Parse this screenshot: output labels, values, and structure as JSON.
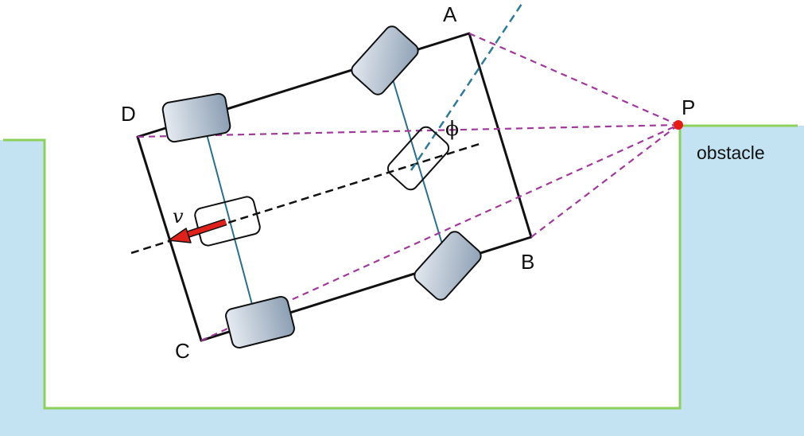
{
  "labels": {
    "corner_a": "A",
    "corner_b": "B",
    "corner_c": "C",
    "corner_d": "D",
    "point_p": "P",
    "obstacle": "obstacle",
    "velocity": "v",
    "steering_angle": "ϕ"
  },
  "colors": {
    "ground_fill": "#c3e3f3",
    "ground_border": "#8dd05c",
    "body_outline": "#111111",
    "wheel_fill_light": "#e4e9f0",
    "wheel_fill_dark": "#8da0b5",
    "axle": "#2b6f8e",
    "steer_line": "#2d7a9a",
    "dashed_clearance": "#a1399c",
    "velocity_arrow": "#e0201a",
    "point_p": "#e81a14"
  }
}
